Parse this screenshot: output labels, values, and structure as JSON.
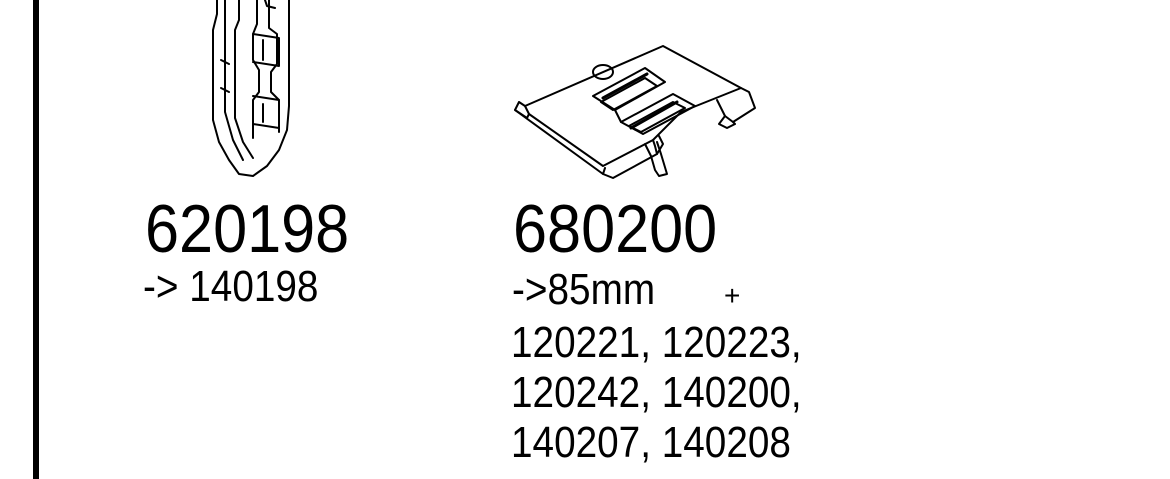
{
  "parts": [
    {
      "id": "part-1",
      "number": "620198",
      "notes": [
        "-> 140198"
      ],
      "illustration": "vertical-clip-bracket-icon"
    },
    {
      "id": "part-2",
      "number": "680200",
      "size": "->85mm",
      "plus": "+",
      "notes": [
        "120221, 120223,",
        "120242, 140200,",
        "140207, 140208"
      ],
      "illustration": "mounting-plate-icon"
    }
  ],
  "colors": {
    "line": "#000000",
    "background": "#ffffff"
  }
}
